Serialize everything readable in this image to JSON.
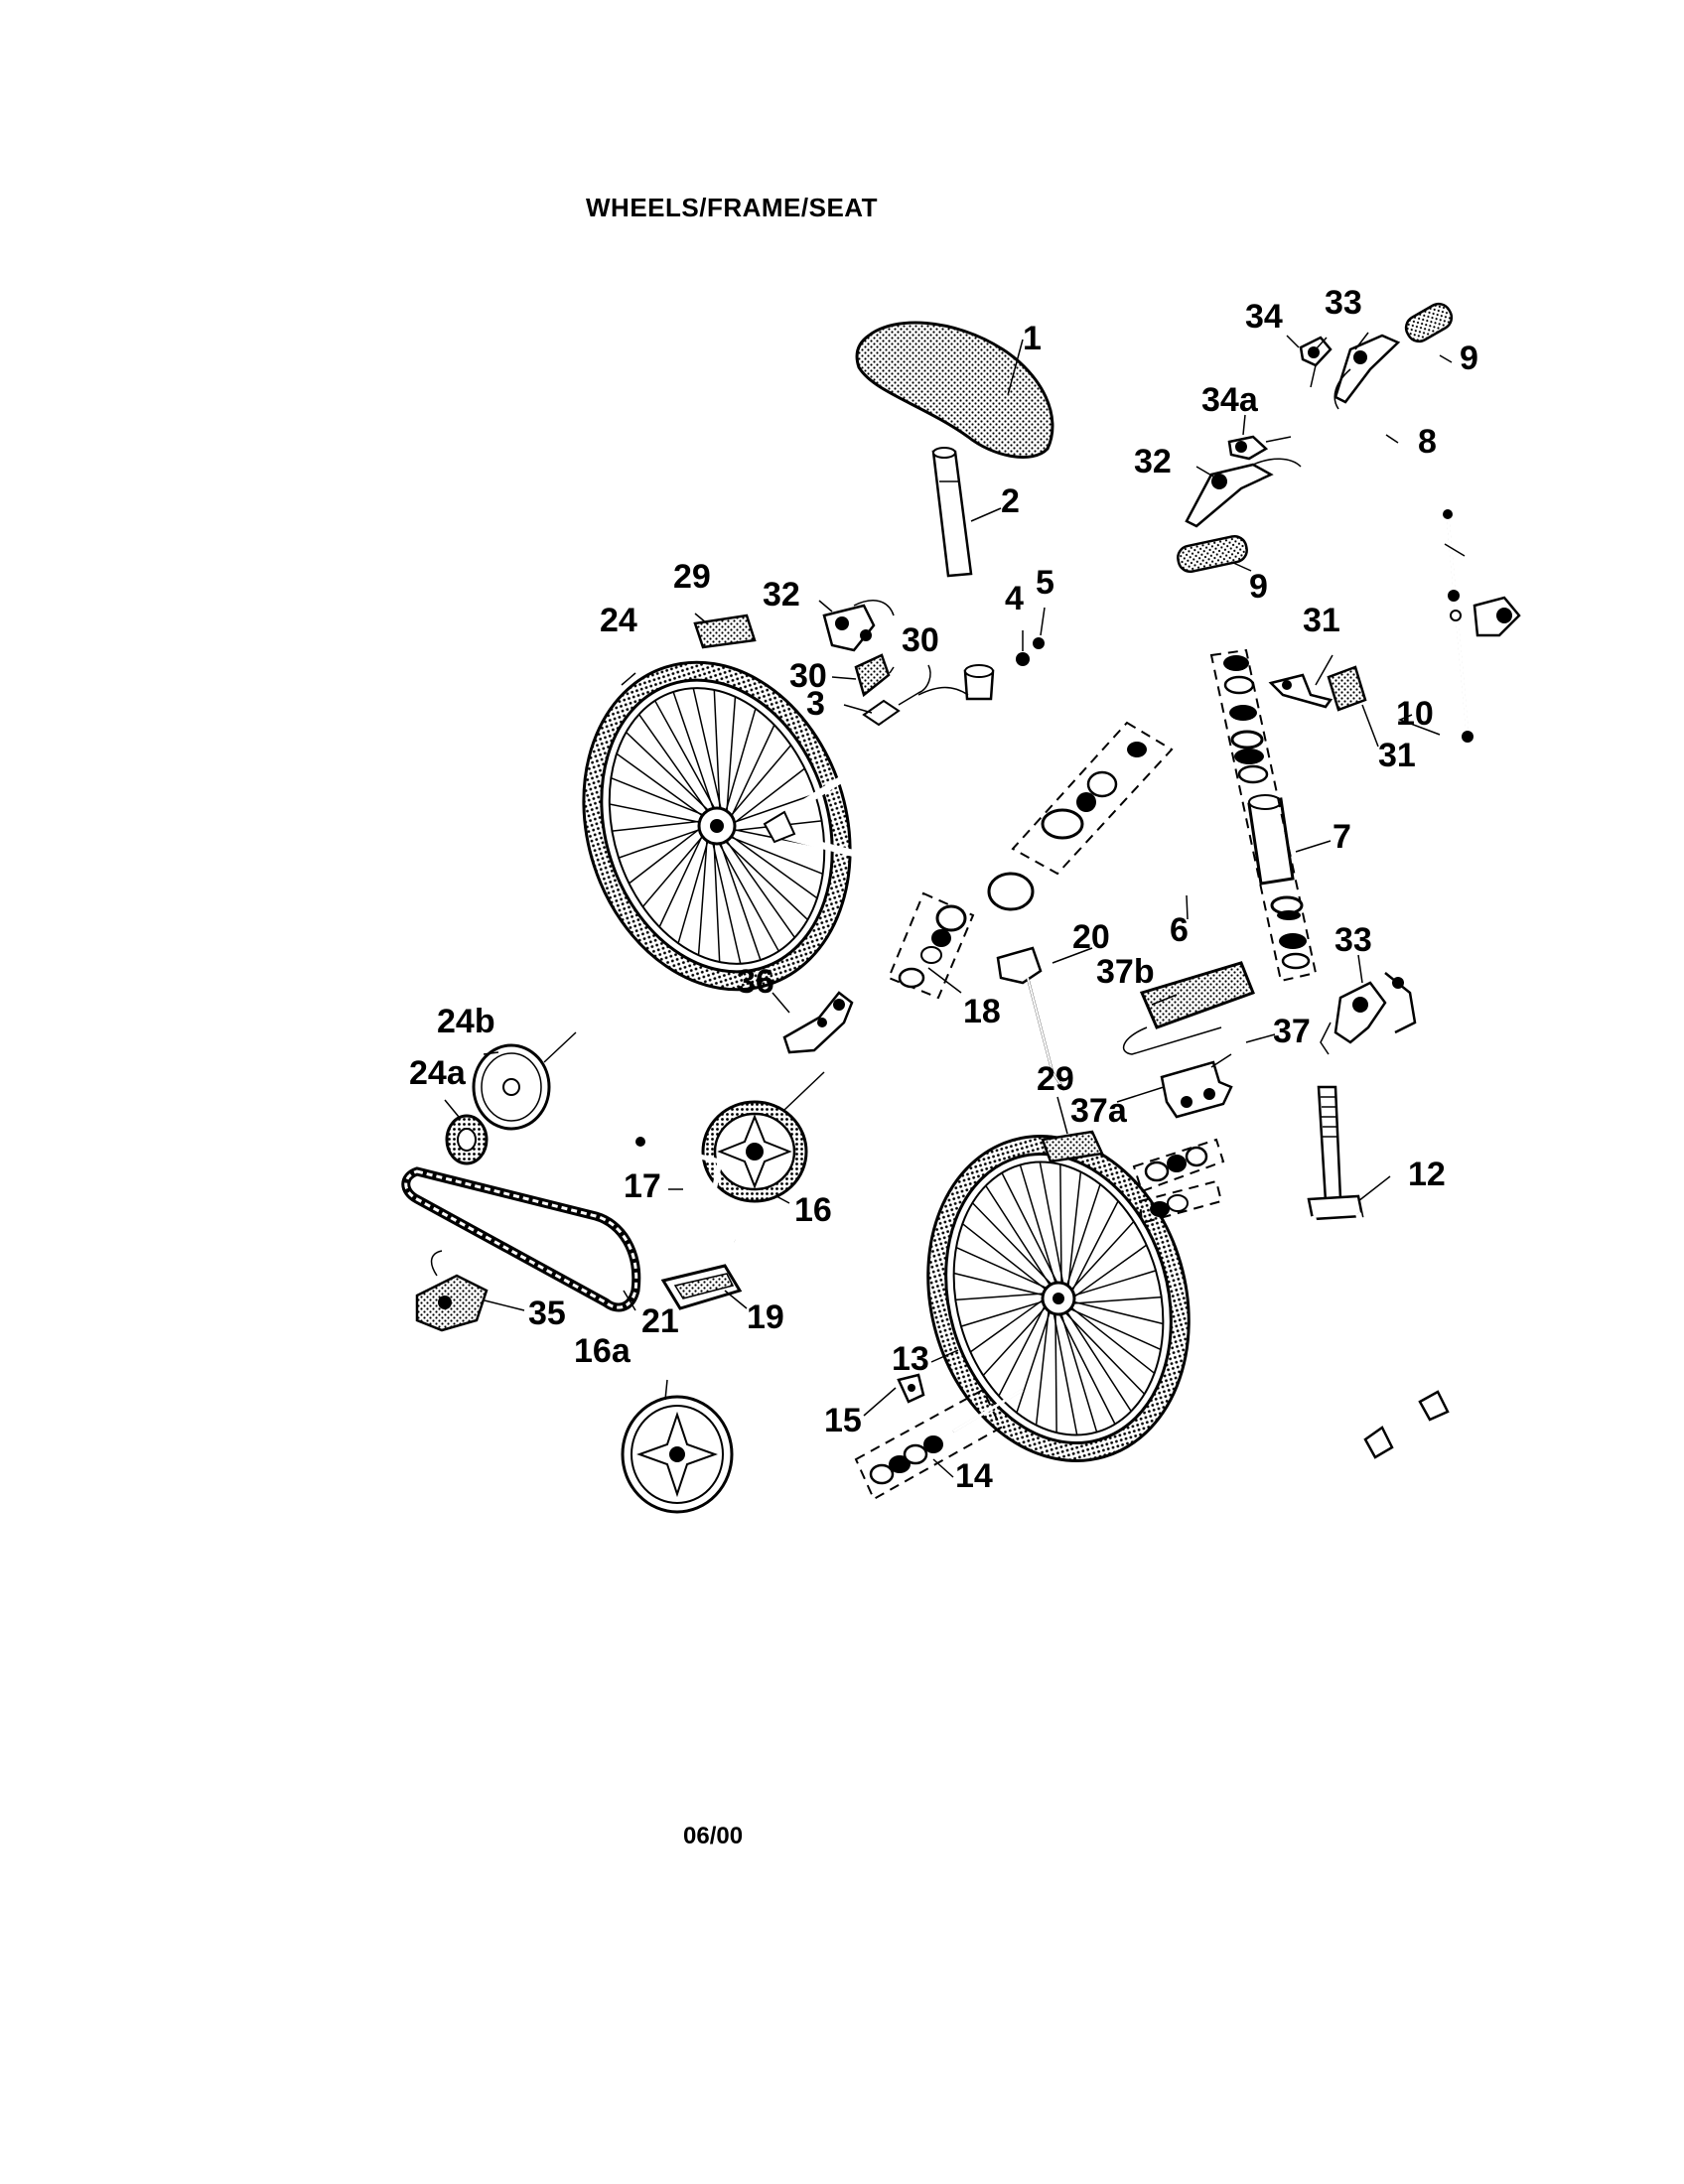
{
  "title": "WHEELS/FRAME/SEAT",
  "footer": "06/00",
  "callouts": [
    {
      "id": "c1",
      "text": "1"
    },
    {
      "id": "c2",
      "text": "2"
    },
    {
      "id": "c3",
      "text": "3"
    },
    {
      "id": "c4",
      "text": "4"
    },
    {
      "id": "c5",
      "text": "5"
    },
    {
      "id": "c6",
      "text": "6"
    },
    {
      "id": "c7",
      "text": "7"
    },
    {
      "id": "c8",
      "text": "8"
    },
    {
      "id": "c9a",
      "text": "9"
    },
    {
      "id": "c9b",
      "text": "9"
    },
    {
      "id": "c10",
      "text": "10"
    },
    {
      "id": "c12",
      "text": "12"
    },
    {
      "id": "c13",
      "text": "13"
    },
    {
      "id": "c14",
      "text": "14"
    },
    {
      "id": "c15",
      "text": "15"
    },
    {
      "id": "c16",
      "text": "16"
    },
    {
      "id": "c16a",
      "text": "16a"
    },
    {
      "id": "c17",
      "text": "17"
    },
    {
      "id": "c18",
      "text": "18"
    },
    {
      "id": "c19",
      "text": "19"
    },
    {
      "id": "c20",
      "text": "20"
    },
    {
      "id": "c21",
      "text": "21"
    },
    {
      "id": "c24",
      "text": "24"
    },
    {
      "id": "c24a",
      "text": "24a"
    },
    {
      "id": "c24b",
      "text": "24b"
    },
    {
      "id": "c29a",
      "text": "29"
    },
    {
      "id": "c29b",
      "text": "29"
    },
    {
      "id": "c30a",
      "text": "30"
    },
    {
      "id": "c30b",
      "text": "30"
    },
    {
      "id": "c31a",
      "text": "31"
    },
    {
      "id": "c31b",
      "text": "31"
    },
    {
      "id": "c32a",
      "text": "32"
    },
    {
      "id": "c32b",
      "text": "32"
    },
    {
      "id": "c33a",
      "text": "33"
    },
    {
      "id": "c33b",
      "text": "33"
    },
    {
      "id": "c34",
      "text": "34"
    },
    {
      "id": "c34a",
      "text": "34a"
    },
    {
      "id": "c35",
      "text": "35"
    },
    {
      "id": "c36",
      "text": "36"
    },
    {
      "id": "c37",
      "text": "37"
    },
    {
      "id": "c37a",
      "text": "37a"
    },
    {
      "id": "c37b",
      "text": "37b"
    }
  ]
}
